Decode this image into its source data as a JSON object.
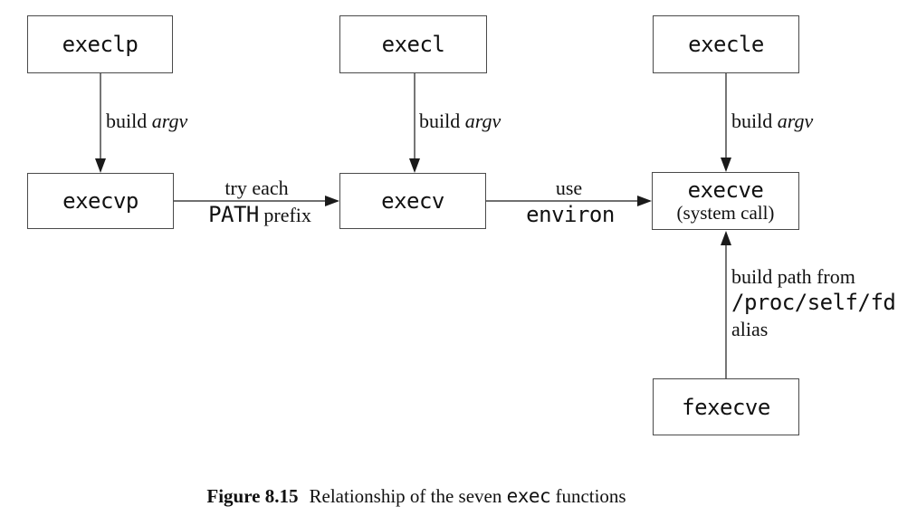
{
  "figure": {
    "number": "Figure 8.15",
    "caption_pre": "Relationship of the seven",
    "caption_code": "exec",
    "caption_post": "functions"
  },
  "nodes": {
    "execlp": {
      "label": "execlp"
    },
    "execl": {
      "label": "execl"
    },
    "execle": {
      "label": "execle"
    },
    "execvp": {
      "label": "execvp"
    },
    "execv": {
      "label": "execv"
    },
    "execve": {
      "label": "execve",
      "sublabel": "(system call)"
    },
    "fexecve": {
      "label": "fexecve"
    }
  },
  "edges": {
    "execlp_to_execvp": {
      "text": "build",
      "emph": "argv"
    },
    "execl_to_execv": {
      "text": "build",
      "emph": "argv"
    },
    "execle_to_execve": {
      "text": "build",
      "emph": "argv"
    },
    "execvp_to_execv": {
      "line1": "try each",
      "line2_code": "PATH",
      "line2_text": "prefix"
    },
    "execv_to_execve": {
      "line1": "use",
      "line2_code": "environ"
    },
    "fexecve_to_execve": {
      "line1": "build path from",
      "line2_code": "/proc/self/fd",
      "line3": "alias"
    }
  },
  "colors": {
    "background": "#ffffff",
    "box_border": "#4a4a4a",
    "line": "#1a1a1a",
    "text": "#111111"
  }
}
